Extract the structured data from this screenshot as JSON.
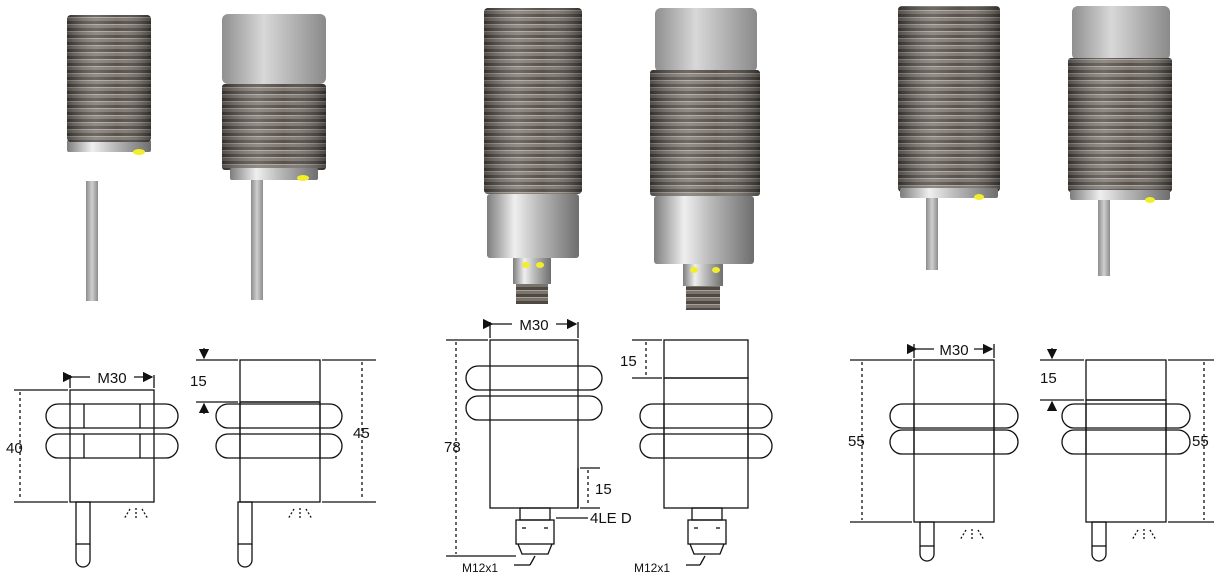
{
  "labels": {
    "m30": "M30",
    "d15": "15",
    "d40": "40",
    "d45": "45",
    "d78": "78",
    "d55": "55",
    "led4": "4LE D",
    "m12": "M12x1"
  },
  "colors": {
    "thread_dark": "#5e5750",
    "thread_light": "#9a928a",
    "cap": "#b8b8b8",
    "metal": "#d6d6d6",
    "led": "#f2ee2a",
    "cable": "#a9a9a9",
    "line": "#111111"
  }
}
